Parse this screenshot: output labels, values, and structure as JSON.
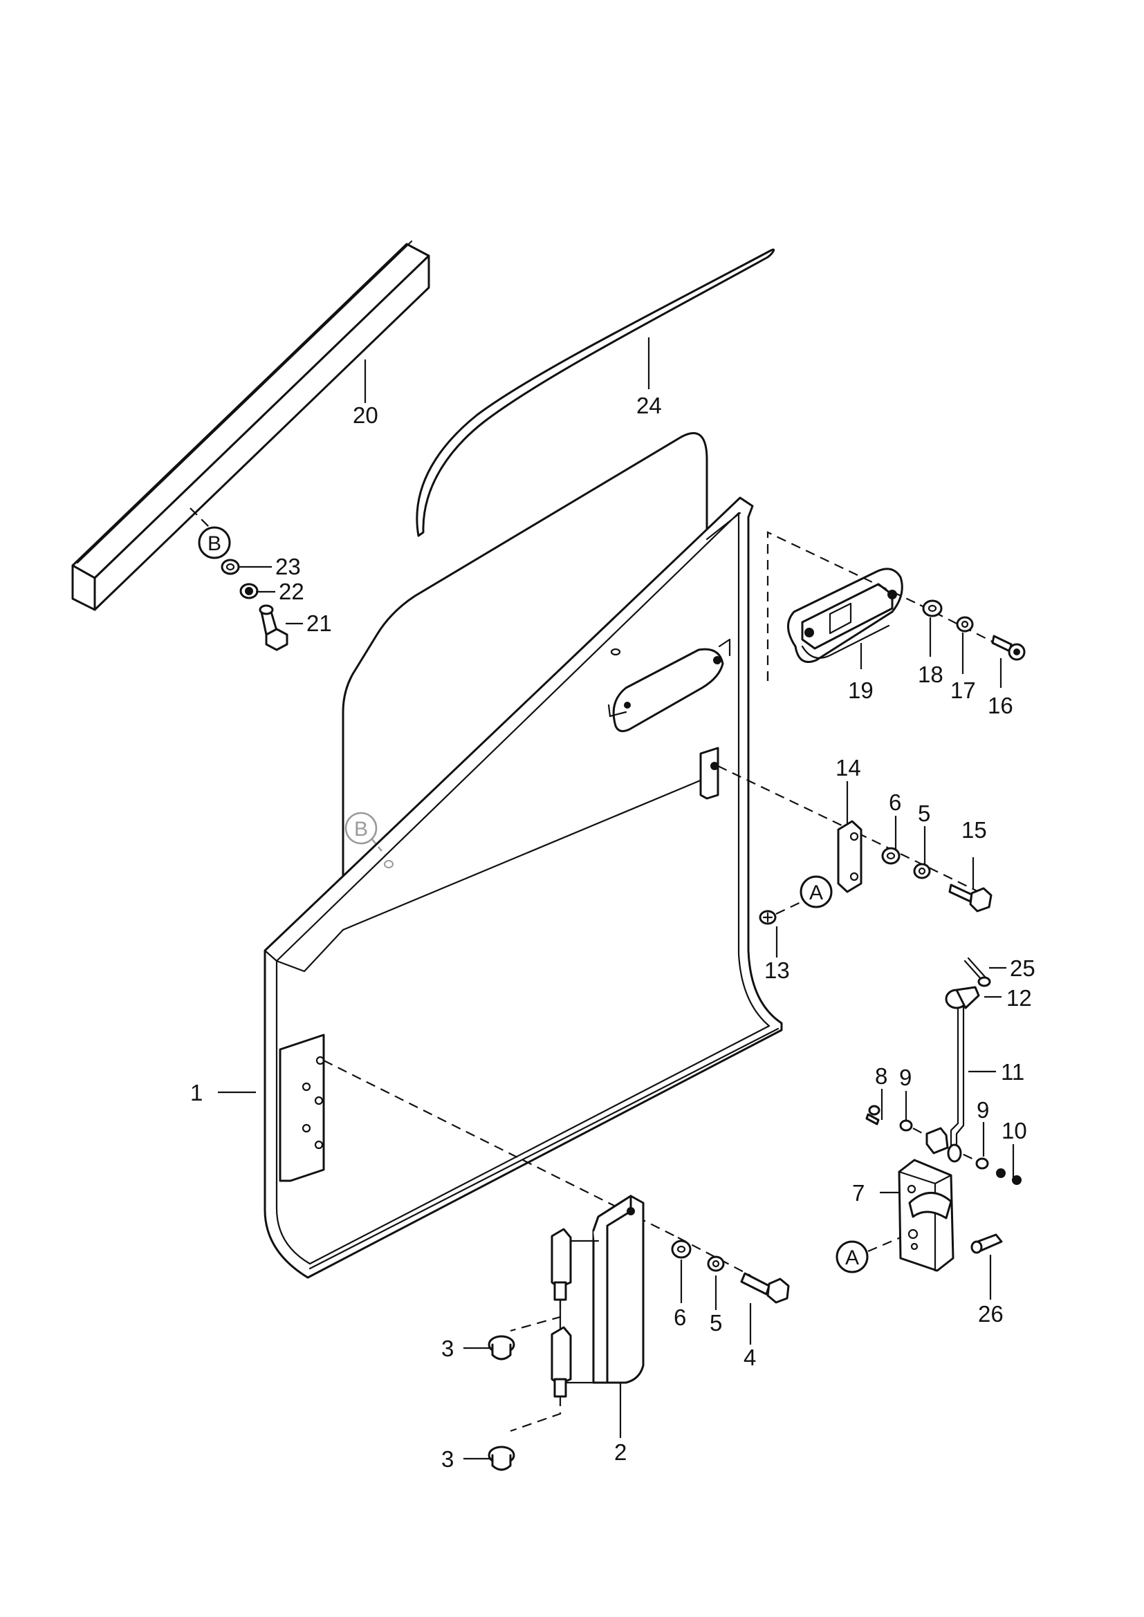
{
  "diagram": {
    "callouts": {
      "c1": "1",
      "c2": "2",
      "c3a": "3",
      "c3b": "3",
      "c4": "4",
      "c5a": "5",
      "c5b": "5",
      "c6a": "6",
      "c6b": "6",
      "c7": "7",
      "c8": "8",
      "c9a": "9",
      "c9b": "9",
      "c10": "10",
      "c11": "11",
      "c12": "12",
      "c13": "13",
      "c14": "14",
      "c15": "15",
      "c16": "16",
      "c17": "17",
      "c18": "18",
      "c19": "19",
      "c20": "20",
      "c21": "21",
      "c22": "22",
      "c23": "23",
      "c24": "24",
      "c25": "25",
      "c26": "26"
    },
    "reference_markers": {
      "a_upper": "A",
      "a_lower": "A",
      "b_upper": "B",
      "b_lower": "B"
    }
  }
}
